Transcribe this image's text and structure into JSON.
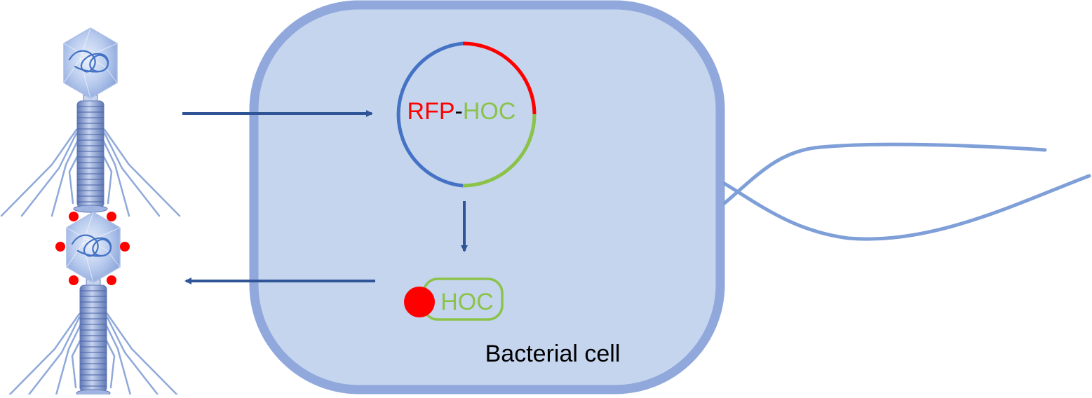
{
  "plasmid": {
    "label_rfp": "RFP",
    "label_dash": "-",
    "label_hoc": "HOC"
  },
  "fusion_protein": {
    "label": "HOC"
  },
  "cell": {
    "label": "Bacterial cell"
  },
  "colors": {
    "cell_fill": "#c5d5ee",
    "cell_border": "#90a8dc",
    "arrow": "#2f5597",
    "plasmid_blue": "#4472c4",
    "rfp_red": "#ff0000",
    "hoc_green": "#8bc34a",
    "phage_blue": "#8fa9da",
    "flagellum": "#7f9fd8"
  },
  "icons": {
    "phage_unlabeled": "bacteriophage-icon",
    "phage_labeled": "bacteriophage-rfp-decorated-icon",
    "rfp_dot": "rfp-protein-icon"
  }
}
